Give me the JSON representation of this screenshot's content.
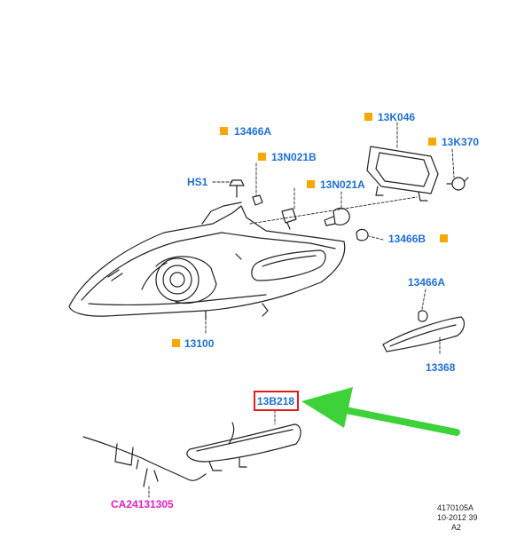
{
  "colors": {
    "part_label": "#1f6fd0",
    "marker": "#f5a800",
    "highlight_box": "#e01b1b",
    "arrow": "#3ed23a",
    "wiring_label": "#e020c0",
    "line_art": "#222222"
  },
  "labels": {
    "p_13466a_top": "13466A",
    "p_13n021b": "13N021B",
    "p_hs1": "HS1",
    "p_13n021a": "13N021A",
    "p_13k046": "13K046",
    "p_13k370": "13K370",
    "p_13466b": "13466B",
    "p_13100": "13100",
    "p_13466a_right": "13466A",
    "p_13368": "13368",
    "p_13b218": "13B218",
    "p_ca": "CA24131305"
  },
  "reference": {
    "line1": "4170105A",
    "line2": "10-2012 39",
    "line3": "A2"
  }
}
